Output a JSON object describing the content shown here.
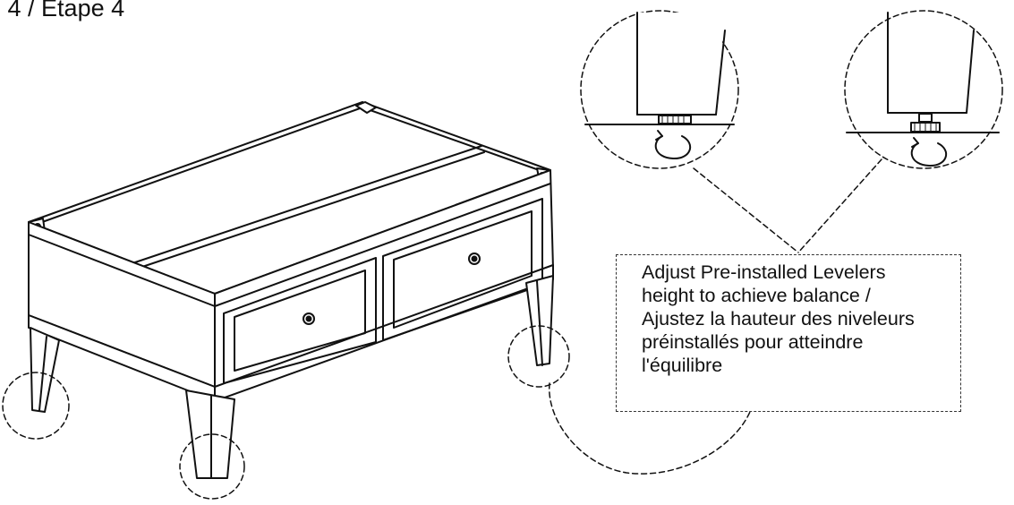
{
  "step": {
    "title": "o 4 / Étape 4"
  },
  "instruction": {
    "lines": [
      "Adjust Pre-installed Levelers",
      "height to achieve balance /",
      "Ajustez la hauteur des niveleurs",
      "préinstallés pour atteindre",
      "l'équilibre"
    ]
  },
  "icons": {
    "table": "coffee-table-illustration",
    "detail_left": "leveler-retracted-icon",
    "detail_right": "leveler-extended-icon",
    "rotate": "rotate-arrow-icon"
  }
}
